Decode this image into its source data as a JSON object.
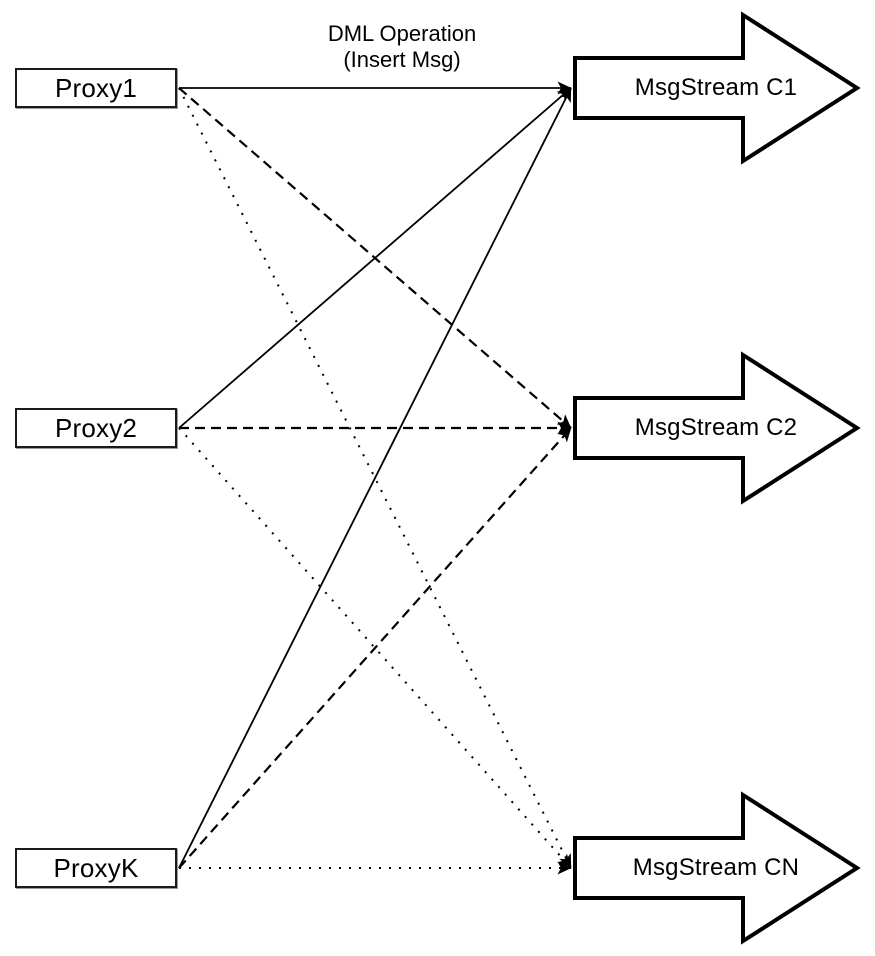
{
  "diagram": {
    "title": {
      "line1": "DML Operation",
      "line2": "(Insert Msg)"
    },
    "proxies": [
      {
        "id": "proxy1",
        "label": "Proxy1"
      },
      {
        "id": "proxy2",
        "label": "Proxy2"
      },
      {
        "id": "proxyK",
        "label": "ProxyK"
      }
    ],
    "streams": [
      {
        "id": "c1",
        "label": "MsgStream C1"
      },
      {
        "id": "c2",
        "label": "MsgStream C2"
      },
      {
        "id": "cn",
        "label": "MsgStream CN"
      }
    ],
    "edges": [
      {
        "from": "proxy1",
        "to": "c1",
        "style": "solid"
      },
      {
        "from": "proxy1",
        "to": "c2",
        "style": "dashed"
      },
      {
        "from": "proxy1",
        "to": "cn",
        "style": "dotted"
      },
      {
        "from": "proxy2",
        "to": "c1",
        "style": "solid"
      },
      {
        "from": "proxy2",
        "to": "c2",
        "style": "dashed"
      },
      {
        "from": "proxy2",
        "to": "cn",
        "style": "dotted"
      },
      {
        "from": "proxyK",
        "to": "c1",
        "style": "solid"
      },
      {
        "from": "proxyK",
        "to": "c2",
        "style": "dashed"
      },
      {
        "from": "proxyK",
        "to": "cn",
        "style": "dotted"
      }
    ],
    "colors": {
      "stroke": "#000000",
      "fill": "#ffffff"
    }
  }
}
